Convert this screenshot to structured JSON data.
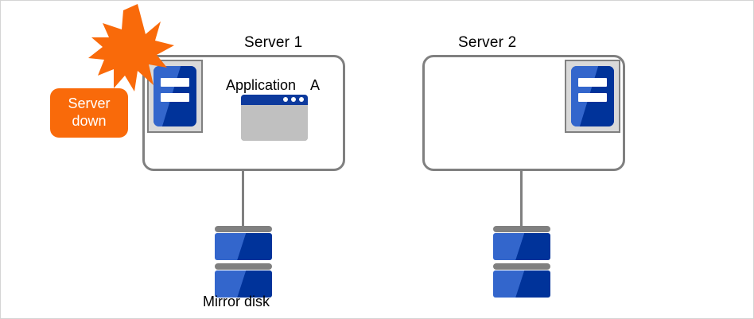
{
  "diagram": {
    "title_server1": "Server 1",
    "title_server2": "Server 2",
    "application_label": "Application　A",
    "mirror_disk_label": "Mirror disk",
    "alert": {
      "line1": "Server",
      "line2": "down"
    },
    "colors": {
      "alert_orange": "#f96a0a",
      "box_border_gray": "#808080",
      "icon_blue_light": "#3366cc",
      "icon_blue_dark": "#00339a",
      "window_titlebar": "#0d3a9d",
      "window_body_gray": "#c0c0c0",
      "icon_frame_gray": "#d9d9d9",
      "canvas_border": "#d4d4d4",
      "background": "#ffffff"
    },
    "icons": {
      "machine": "server-machine-icon",
      "window": "application-window-icon",
      "disk": "disk-stack-icon",
      "burst": "failure-burst-icon"
    }
  }
}
